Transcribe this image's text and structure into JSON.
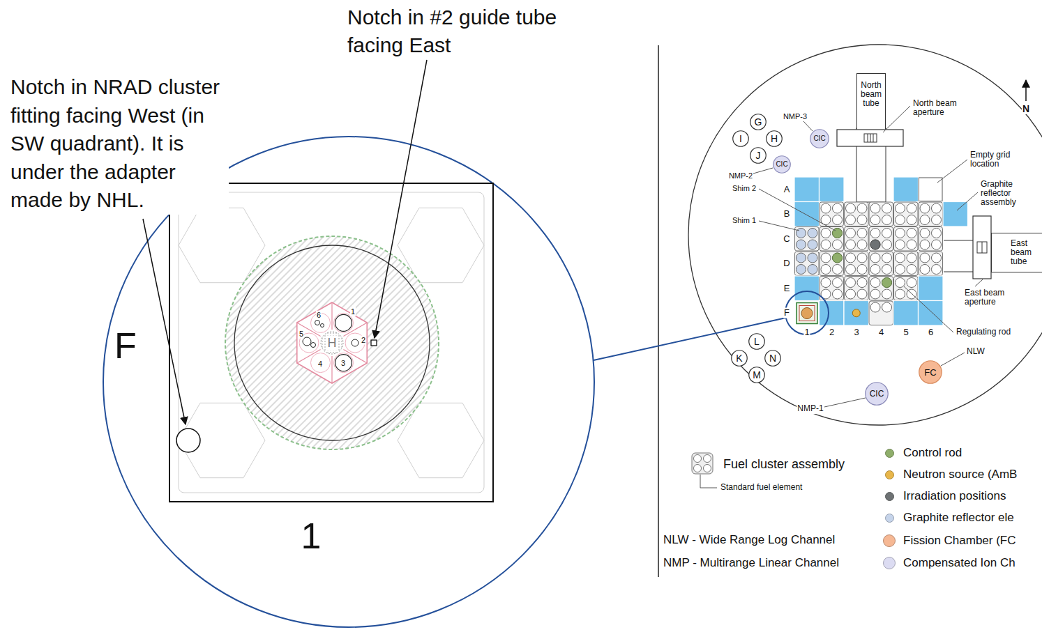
{
  "diagram": {
    "nodes": [
      {
        "text": [
          "North beam tube"
        ]
      },
      {
        "text": [
          "G"
        ]
      },
      {
        "text": [
          "I"
        ]
      },
      {
        "text": [
          "H"
        ]
      },
      {
        "text": [
          "J"
        ]
      },
      {
        "text": [
          "CIC"
        ]
      },
      {
        "text": [
          "CIC"
        ]
      },
      {
        "text": [
          "East beam tube"
        ]
      },
      {
        "text": [
          "L"
        ]
      },
      {
        "text": [
          "K"
        ]
      },
      {
        "text": [
          "N"
        ]
      },
      {
        "text": [
          "M"
        ]
      },
      {
        "text": [
          "FC"
        ]
      },
      {
        "text": [
          "CIC"
        ]
      }
    ],
    "labels": [
      "Notch in #2 guide tube facing East",
      "Notch in NRAD cluster fitting facing West (in SW quadrant). It is under the adapter made by NHL.",
      "F",
      "1",
      "6",
      "1",
      "5",
      "H",
      "2",
      "4",
      "3",
      "North beam aperture",
      "N",
      "NMP-3",
      "NMP-2",
      "Shim 2",
      "Shim 1",
      "A",
      "B",
      "C",
      "D",
      "E",
      "F",
      "1",
      "2",
      "3",
      "4",
      "5",
      "6",
      "Empty grid location",
      "Graphite reflector assembly",
      "East beam aperture",
      "Regulating rod",
      "NLW",
      "NMP-1",
      "Standard fuel element",
      "NLW - Wide Range Log Channel",
      "NMP - Multirange Linear Channel"
    ],
    "legend": [
      {
        "text": "Fuel cluster assembly"
      },
      {
        "text": "Control rod",
        "color": "#8fae6b"
      },
      {
        "text": "Neutron source (AmB",
        "color": "#e8b64a"
      },
      {
        "text": "Irradiation positions",
        "color": "#6e7274"
      },
      {
        "text": "Graphite reflector ele",
        "color": "#c6d4ea"
      },
      {
        "text": "Fission Chamber (FC",
        "color": "#f6b894"
      },
      {
        "text": "Compensated Ion Ch",
        "color": "#dcdcf2"
      }
    ]
  }
}
